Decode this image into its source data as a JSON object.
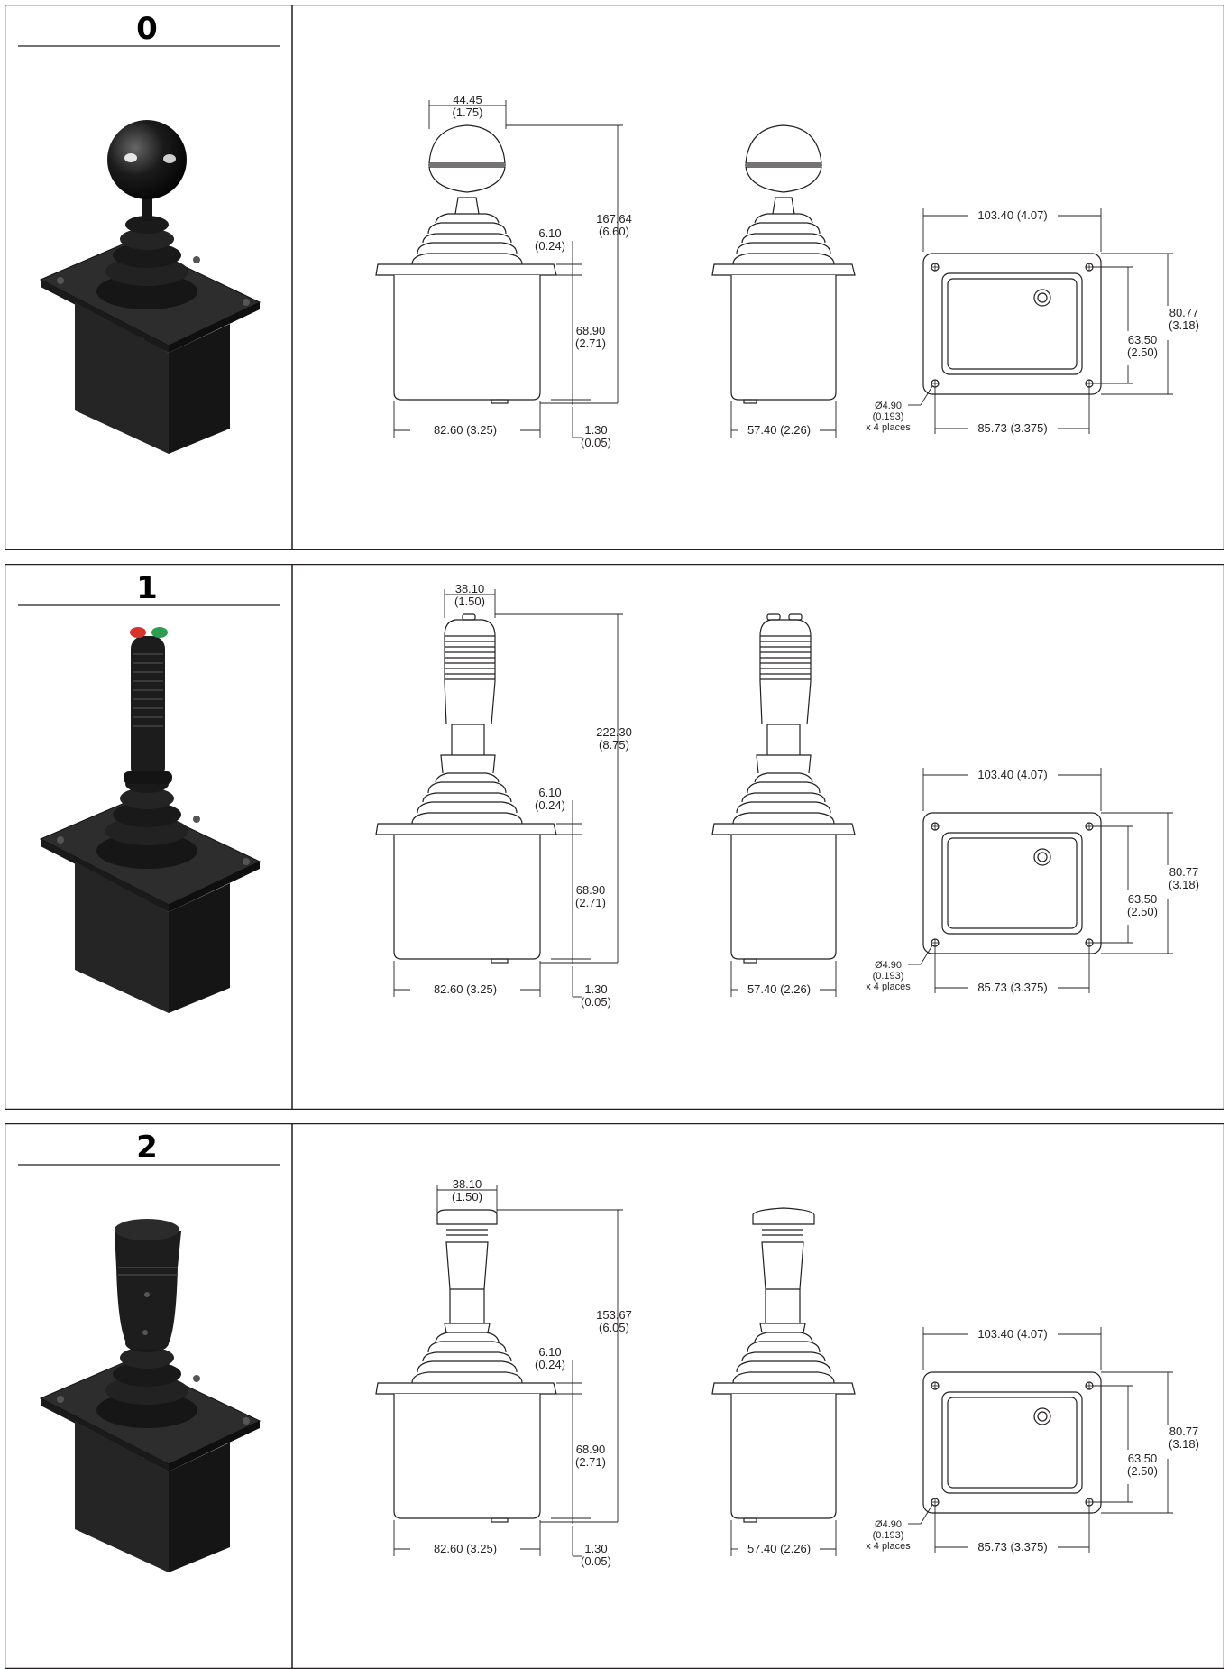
{
  "rows": [
    {
      "number": "0",
      "grip": "ball",
      "photo": {
        "grip": "ball",
        "leds": false
      },
      "dims": {
        "top_w": "44.45",
        "top_w_in": "(1.75)",
        "height": "167.64",
        "height_in": "(6.60)",
        "flange": "6.10",
        "flange_in": "(0.24)",
        "body_h": "68.90",
        "body_h_in": "(2.71)",
        "base_w": "82.60 (3.25)",
        "foot": "1.30",
        "foot_in": "(0.05)",
        "side_w": "57.40 (2.26)",
        "plate_w": "103.40 (4.07)",
        "plate_h": "80.77",
        "plate_h_in": "(3.18)",
        "hole_h": "63.50",
        "hole_h_in": "(2.50)",
        "hole_d": "Ø4.90",
        "hole_d_in": "(0.193)",
        "hole_n": "x 4 places",
        "hole_w": "85.73 (3.375)"
      }
    },
    {
      "number": "1",
      "grip": "tall",
      "photo": {
        "grip": "tall",
        "leds": true
      },
      "dims": {
        "top_w": "38.10",
        "top_w_in": "(1.50)",
        "height": "222.30",
        "height_in": "(8.75)",
        "flange": "6.10",
        "flange_in": "(0.24)",
        "body_h": "68.90",
        "body_h_in": "(2.71)",
        "base_w": "82.60 (3.25)",
        "foot": "1.30",
        "foot_in": "(0.05)",
        "side_w": "57.40 (2.26)",
        "plate_w": "103.40 (4.07)",
        "plate_h": "80.77",
        "plate_h_in": "(3.18)",
        "hole_h": "63.50",
        "hole_h_in": "(2.50)",
        "hole_d": "Ø4.90",
        "hole_d_in": "(0.193)",
        "hole_n": "x 4 places",
        "hole_w": "85.73 (3.375)"
      }
    },
    {
      "number": "2",
      "grip": "short",
      "photo": {
        "grip": "short",
        "leds": false
      },
      "dims": {
        "top_w": "38.10",
        "top_w_in": "(1.50)",
        "height": "153.67",
        "height_in": "(6.05)",
        "flange": "6.10",
        "flange_in": "(0.24)",
        "body_h": "68.90",
        "body_h_in": "(2.71)",
        "base_w": "82.60 (3.25)",
        "foot": "1.30",
        "foot_in": "(0.05)",
        "side_w": "57.40 (2.26)",
        "plate_w": "103.40 (4.07)",
        "plate_h": "80.77",
        "plate_h_in": "(3.18)",
        "hole_h": "63.50",
        "hole_h_in": "(2.50)",
        "hole_d": "Ø4.90",
        "hole_d_in": "(0.193)",
        "hole_n": "x 4 places",
        "hole_w": "85.73 (3.375)"
      }
    }
  ]
}
